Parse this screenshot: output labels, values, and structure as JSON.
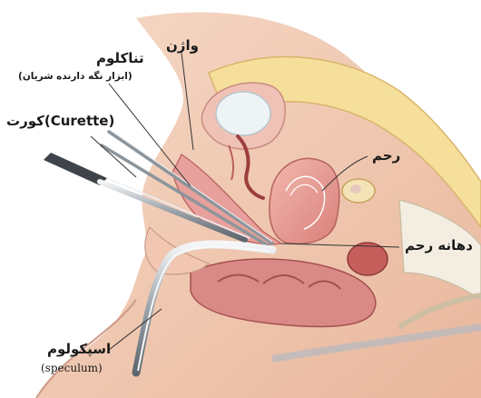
{
  "labels": {
    "tenaculum": "تناکلوم",
    "tenaculum_note": "(ابزار نگه دارنده شریان)",
    "vagina": "واژن",
    "curette": "کورت(Curette)",
    "uterus": "رحم",
    "cervix": "دهانه رحم",
    "speculum": "اسپکولوم",
    "speculum_en": "(speculum)"
  }
}
